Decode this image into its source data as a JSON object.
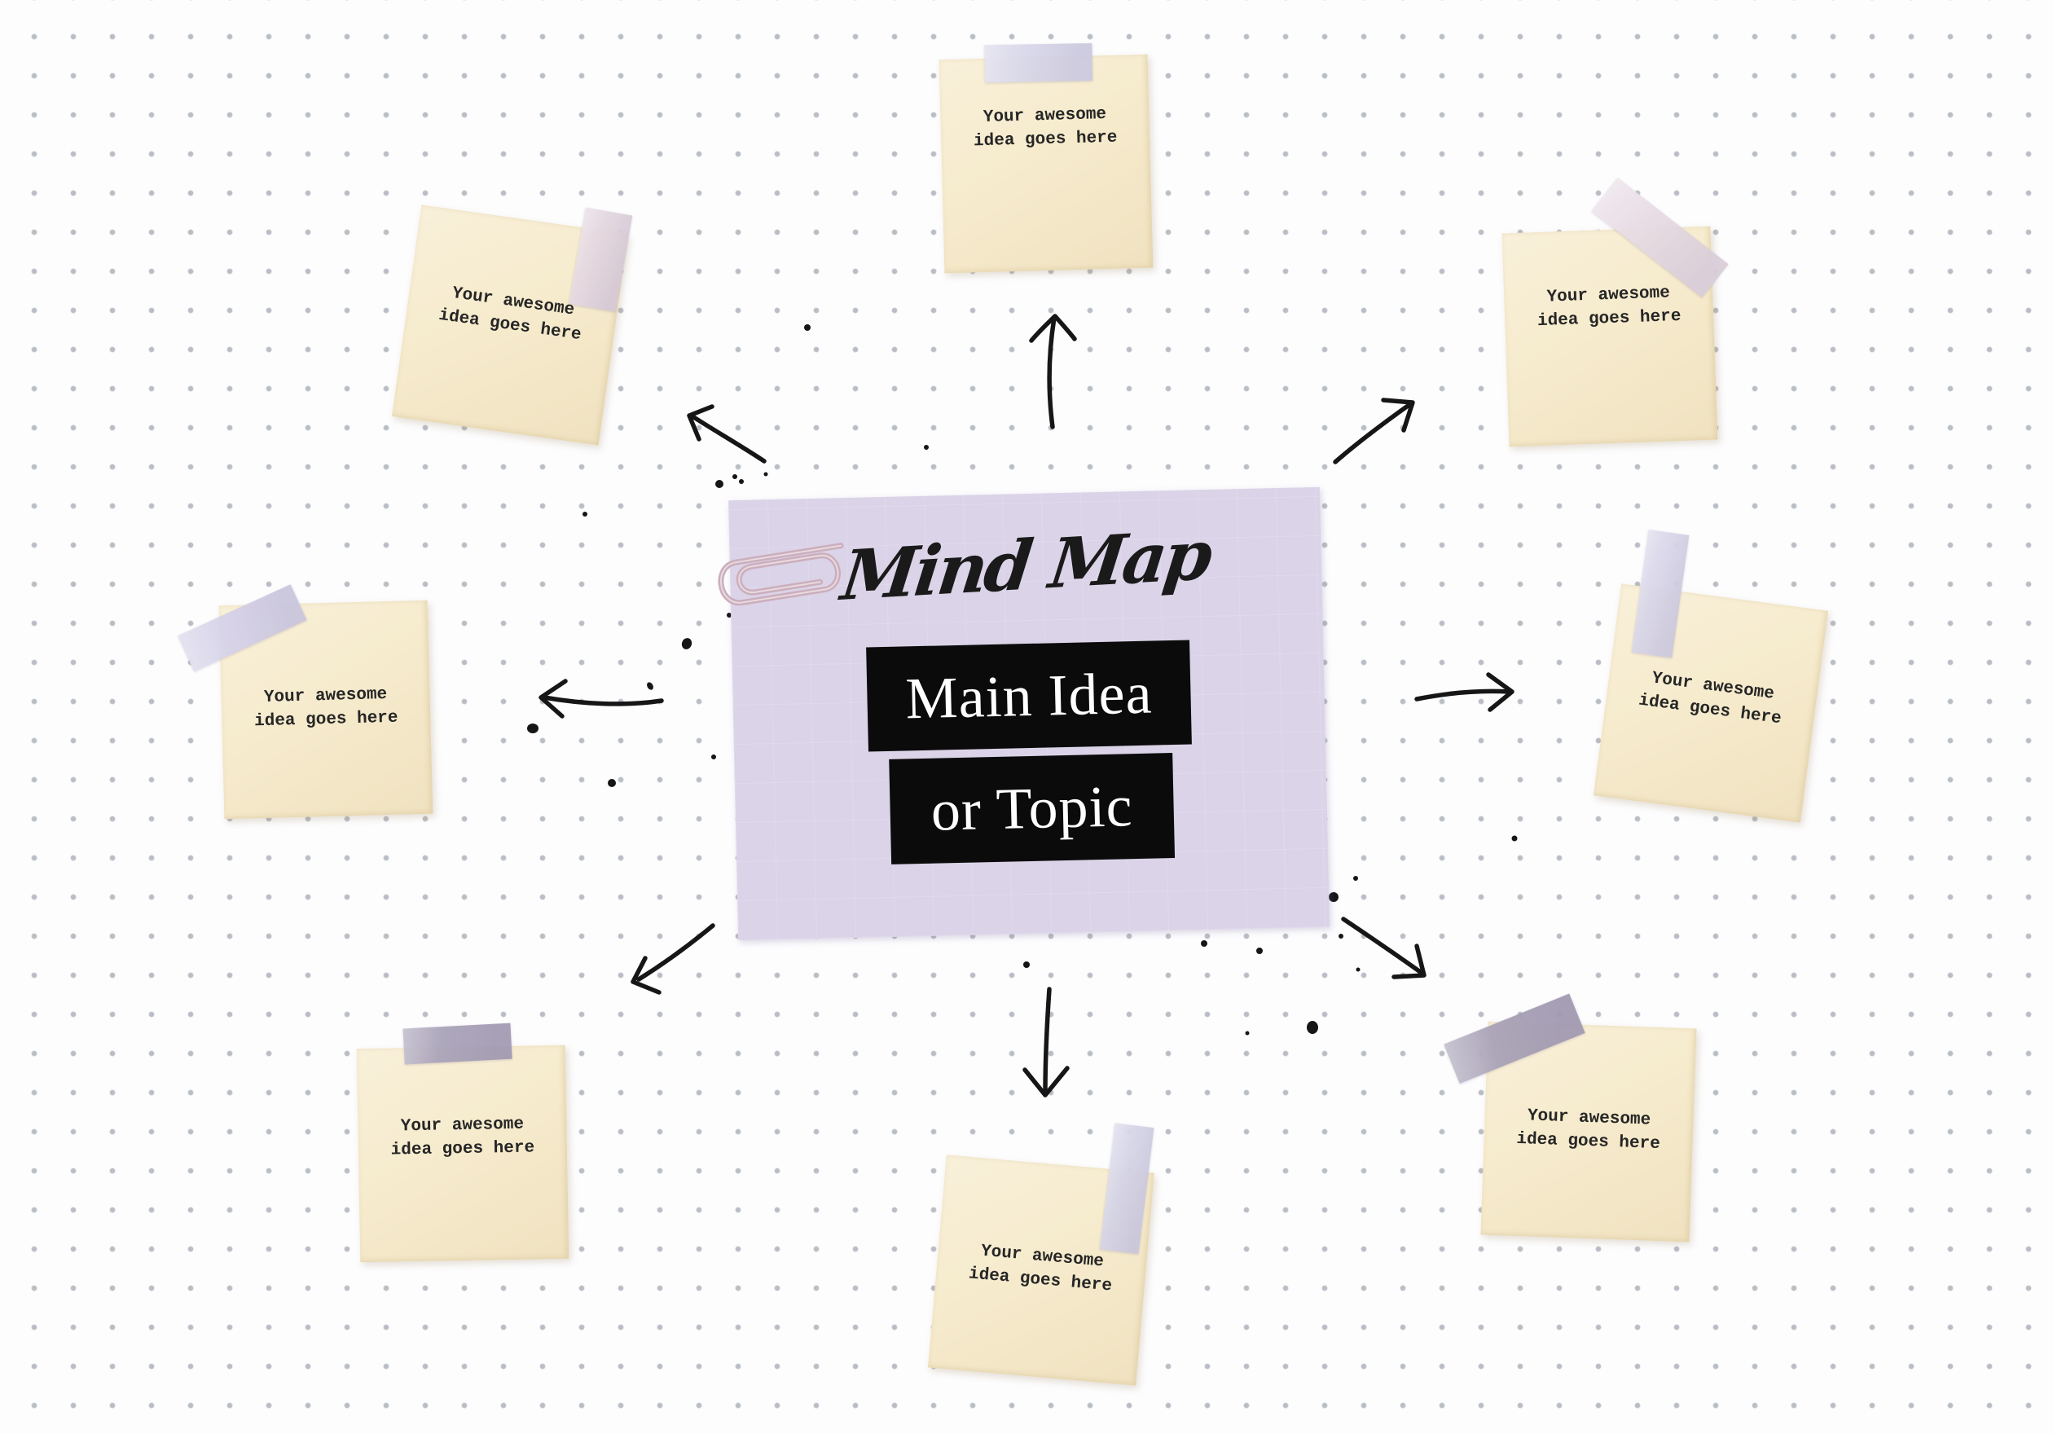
{
  "title": "Mind Map brainstorm template",
  "center": {
    "script_title": "Mind Map",
    "label_line1": "Main Idea",
    "label_line2": "or Topic"
  },
  "notes": [
    {
      "id": "top",
      "line1": "Your awesome",
      "line2": "idea goes here"
    },
    {
      "id": "top-left",
      "line1": "Your awesome",
      "line2": "idea goes here"
    },
    {
      "id": "top-right",
      "line1": "Your awesome",
      "line2": "idea goes here"
    },
    {
      "id": "left",
      "line1": "Your awesome",
      "line2": "idea goes here"
    },
    {
      "id": "right",
      "line1": "Your awesome",
      "line2": "idea goes here"
    },
    {
      "id": "bottom-left",
      "line1": "Your awesome",
      "line2": "idea goes here"
    },
    {
      "id": "bottom-center",
      "line1": "Your awesome",
      "line2": "idea goes here"
    },
    {
      "id": "bottom-right",
      "line1": "Your awesome",
      "line2": "idea goes here"
    }
  ],
  "icons": {
    "paperclip": "paperclip-icon",
    "tape": "washi-tape",
    "splatter": "ink-splatter",
    "arrows": [
      "up",
      "up-right",
      "right",
      "down-right",
      "down",
      "down-left",
      "left",
      "up-left"
    ]
  },
  "colors": {
    "background": "#fdfdfe",
    "dot": "#b9bdc4",
    "note_paper": "#f6ebcd",
    "card_lavender": "#dbd3e8",
    "label_bg": "#0b0b0b",
    "label_text": "#ffffff",
    "ink": "#161616",
    "tape_lavender": "#d9d8ea",
    "tape_pink": "#e8dce4",
    "tape_gray": "#aaa3b9",
    "paperclip_pink": "#ccaebc"
  }
}
